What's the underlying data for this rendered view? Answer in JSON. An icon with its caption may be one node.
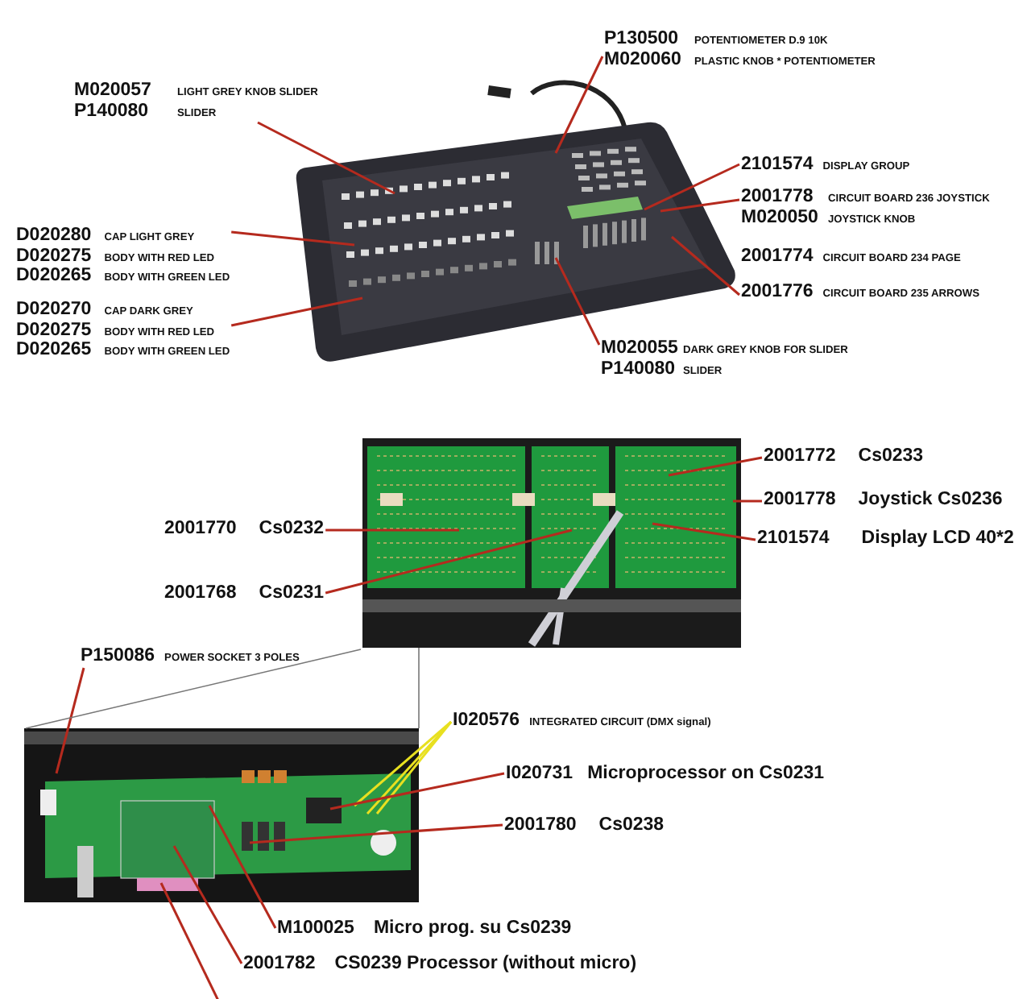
{
  "diagram": {
    "nodes": [
      {
        "text": [
          "M020057",
          "LIGHT GREY KNOB SLIDER",
          "P140080",
          "SLIDER"
        ]
      },
      {
        "text": [
          "P130500",
          "POTENTIOMETER D.9 10K",
          "M020060",
          "PLASTIC KNOB * POTENTIOMETER"
        ]
      },
      {
        "text": [
          "2101574",
          "DISPLAY GROUP"
        ]
      },
      {
        "text": [
          "2001778",
          "CIRCUIT BOARD 236 JOYSTICK",
          "M020050",
          "JOYSTICK KNOB"
        ]
      },
      {
        "text": [
          "2001774",
          "CIRCUIT BOARD 234 PAGE"
        ]
      },
      {
        "text": [
          "2001776",
          "CIRCUIT BOARD 235 ARROWS"
        ]
      },
      {
        "text": [
          "D020280",
          "CAP LIGHT GREY",
          "D020275",
          "BODY WITH RED LED",
          "D020265",
          "BODY WITH GREEN LED"
        ]
      },
      {
        "text": [
          "D020270",
          "CAP DARK GREY",
          "D020275",
          "BODY WITH RED LED",
          "D020265",
          "BODY WITH GREEN LED"
        ]
      },
      {
        "text": [
          "M020055",
          "DARK GREY KNOB FOR SLIDER",
          "P140080",
          "SLIDER"
        ]
      },
      {
        "text": [
          "2001772",
          "Cs0233"
        ]
      },
      {
        "text": [
          "2001778",
          "Joystick Cs0236"
        ]
      },
      {
        "text": [
          "2101574",
          "Display LCD 40*2"
        ]
      },
      {
        "text": [
          "2001770",
          "Cs0232"
        ]
      },
      {
        "text": [
          "2001768",
          "Cs0231"
        ]
      },
      {
        "text": [
          "P150086",
          "POWER SOCKET 3 POLES"
        ]
      },
      {
        "text": [
          "I020576",
          "INTEGRATED CIRCUIT (DMX signal)"
        ]
      },
      {
        "text": [
          "I020731",
          "Microprocessor on Cs0231"
        ]
      },
      {
        "text": [
          "2001780",
          "Cs0238"
        ]
      },
      {
        "text": [
          "M100025",
          "Micro prog. su Cs0239"
        ]
      },
      {
        "text": [
          "2001782",
          "CS0239 Processor (without micro)"
        ]
      },
      {
        "text": [],
        "shape": "picture"
      },
      {
        "text": [],
        "shape": "picture"
      },
      {
        "text": [],
        "shape": "picture"
      }
    ],
    "edges": [
      {
        "from": 0,
        "to": 20,
        "arrow": "none"
      },
      {
        "from": 1,
        "to": 20,
        "arrow": "none"
      },
      {
        "from": 2,
        "to": 20,
        "arrow": "none"
      },
      {
        "from": 3,
        "to": 20,
        "arrow": "none"
      },
      {
        "from": 5,
        "to": 20,
        "arrow": "none"
      },
      {
        "from": 6,
        "to": 20,
        "arrow": "none"
      },
      {
        "from": 7,
        "to": 20,
        "arrow": "none"
      },
      {
        "from": 8,
        "to": 20,
        "arrow": "none"
      },
      {
        "from": 9,
        "to": 21,
        "arrow": "none"
      },
      {
        "from": 10,
        "to": 21,
        "arrow": "none"
      },
      {
        "from": 11,
        "to": 21,
        "arrow": "none"
      },
      {
        "from": 12,
        "to": 21,
        "arrow": "none"
      },
      {
        "from": 13,
        "to": 21,
        "arrow": "none"
      },
      {
        "from": 14,
        "to": 22,
        "arrow": "none"
      },
      {
        "from": 15,
        "to": 22,
        "arrow": "none",
        "color": "#e8e020"
      },
      {
        "from": 15,
        "to": 22,
        "arrow": "none",
        "color": "#e8e020"
      },
      {
        "from": 15,
        "to": 22,
        "arrow": "none",
        "color": "#e8e020"
      },
      {
        "from": 16,
        "to": 22,
        "arrow": "none"
      },
      {
        "from": 17,
        "to": 22,
        "arrow": "none"
      },
      {
        "from": 18,
        "to": 22,
        "arrow": "none"
      },
      {
        "from": 19,
        "to": 22,
        "arrow": "none"
      },
      {
        "from": null,
        "to": 22,
        "arrow": "none"
      },
      {
        "from": 22,
        "to": 21,
        "arrow": "none",
        "color": "#777777"
      },
      {
        "from": 22,
        "to": 21,
        "arrow": "none",
        "color": "#777777"
      }
    ]
  }
}
